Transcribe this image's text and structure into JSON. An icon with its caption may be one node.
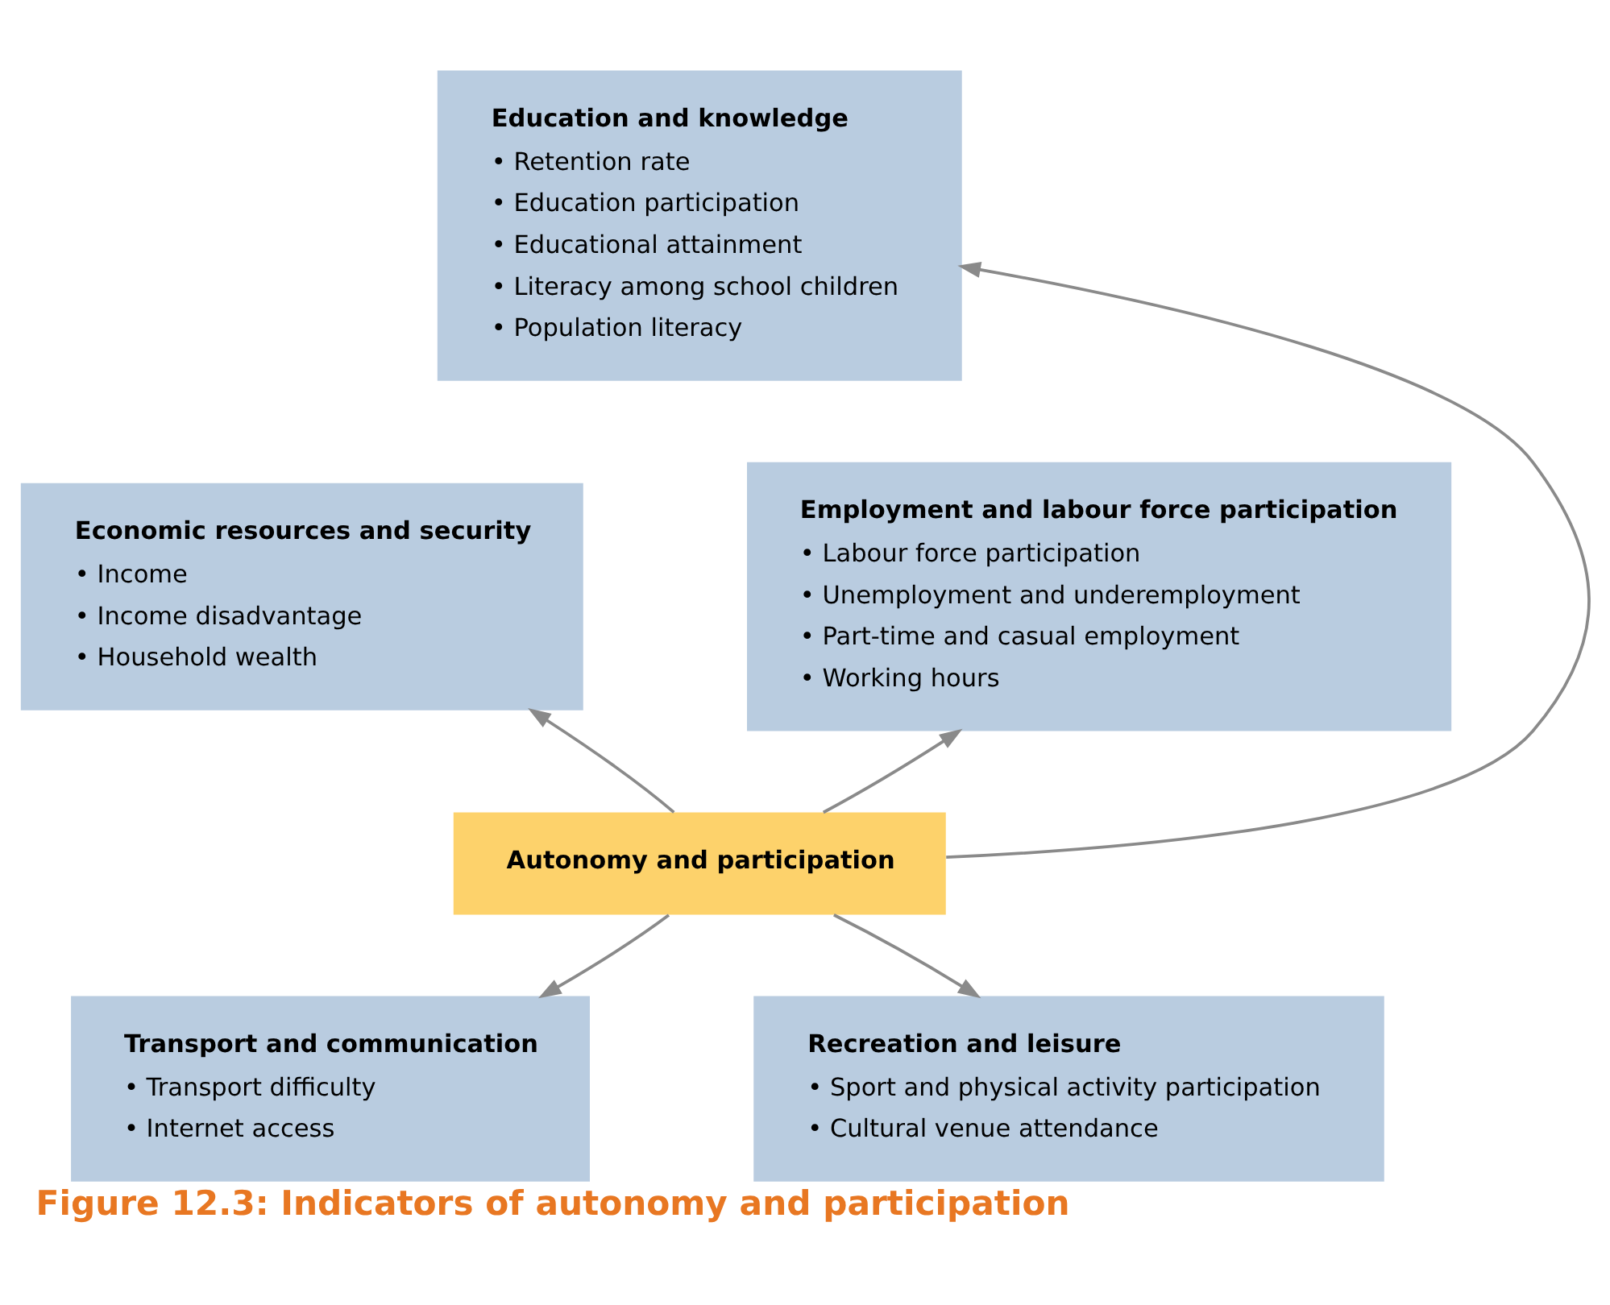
{
  "diagram": {
    "caption": "Figure 12.3: Indicators of autonomy and participation",
    "nodes": [
      {
        "text": [
          "Education and knowledge",
          "• Retention rate",
          "• Education participation",
          "• Educational attainment",
          "• Literacy among school children",
          "• Population literacy"
        ]
      },
      {
        "text": [
          "Economic resources and security",
          "• Income",
          "• Income disadvantage",
          "• Household wealth"
        ]
      },
      {
        "text": [
          "Employment and labour force participation",
          "• Labour force participation",
          "• Unemployment and underemployment",
          "• Part-time and casual employment",
          "• Working hours"
        ]
      },
      {
        "text": [
          "Autonomy and participation"
        ]
      },
      {
        "text": [
          "Transport and communication",
          "• Transport difficulty",
          "• Internet access"
        ]
      },
      {
        "text": [
          "Recreation and leisure",
          "• Sport and physical activity participation",
          "• Cultural venue attendance"
        ]
      }
    ],
    "edges": [
      {
        "from": 3,
        "to": 0,
        "arrow": "to"
      },
      {
        "from": 3,
        "to": 1,
        "arrow": "to"
      },
      {
        "from": 3,
        "to": 2,
        "arrow": "to"
      },
      {
        "from": 3,
        "to": 4,
        "arrow": "to"
      },
      {
        "from": 3,
        "to": 5,
        "arrow": "to"
      }
    ]
  }
}
